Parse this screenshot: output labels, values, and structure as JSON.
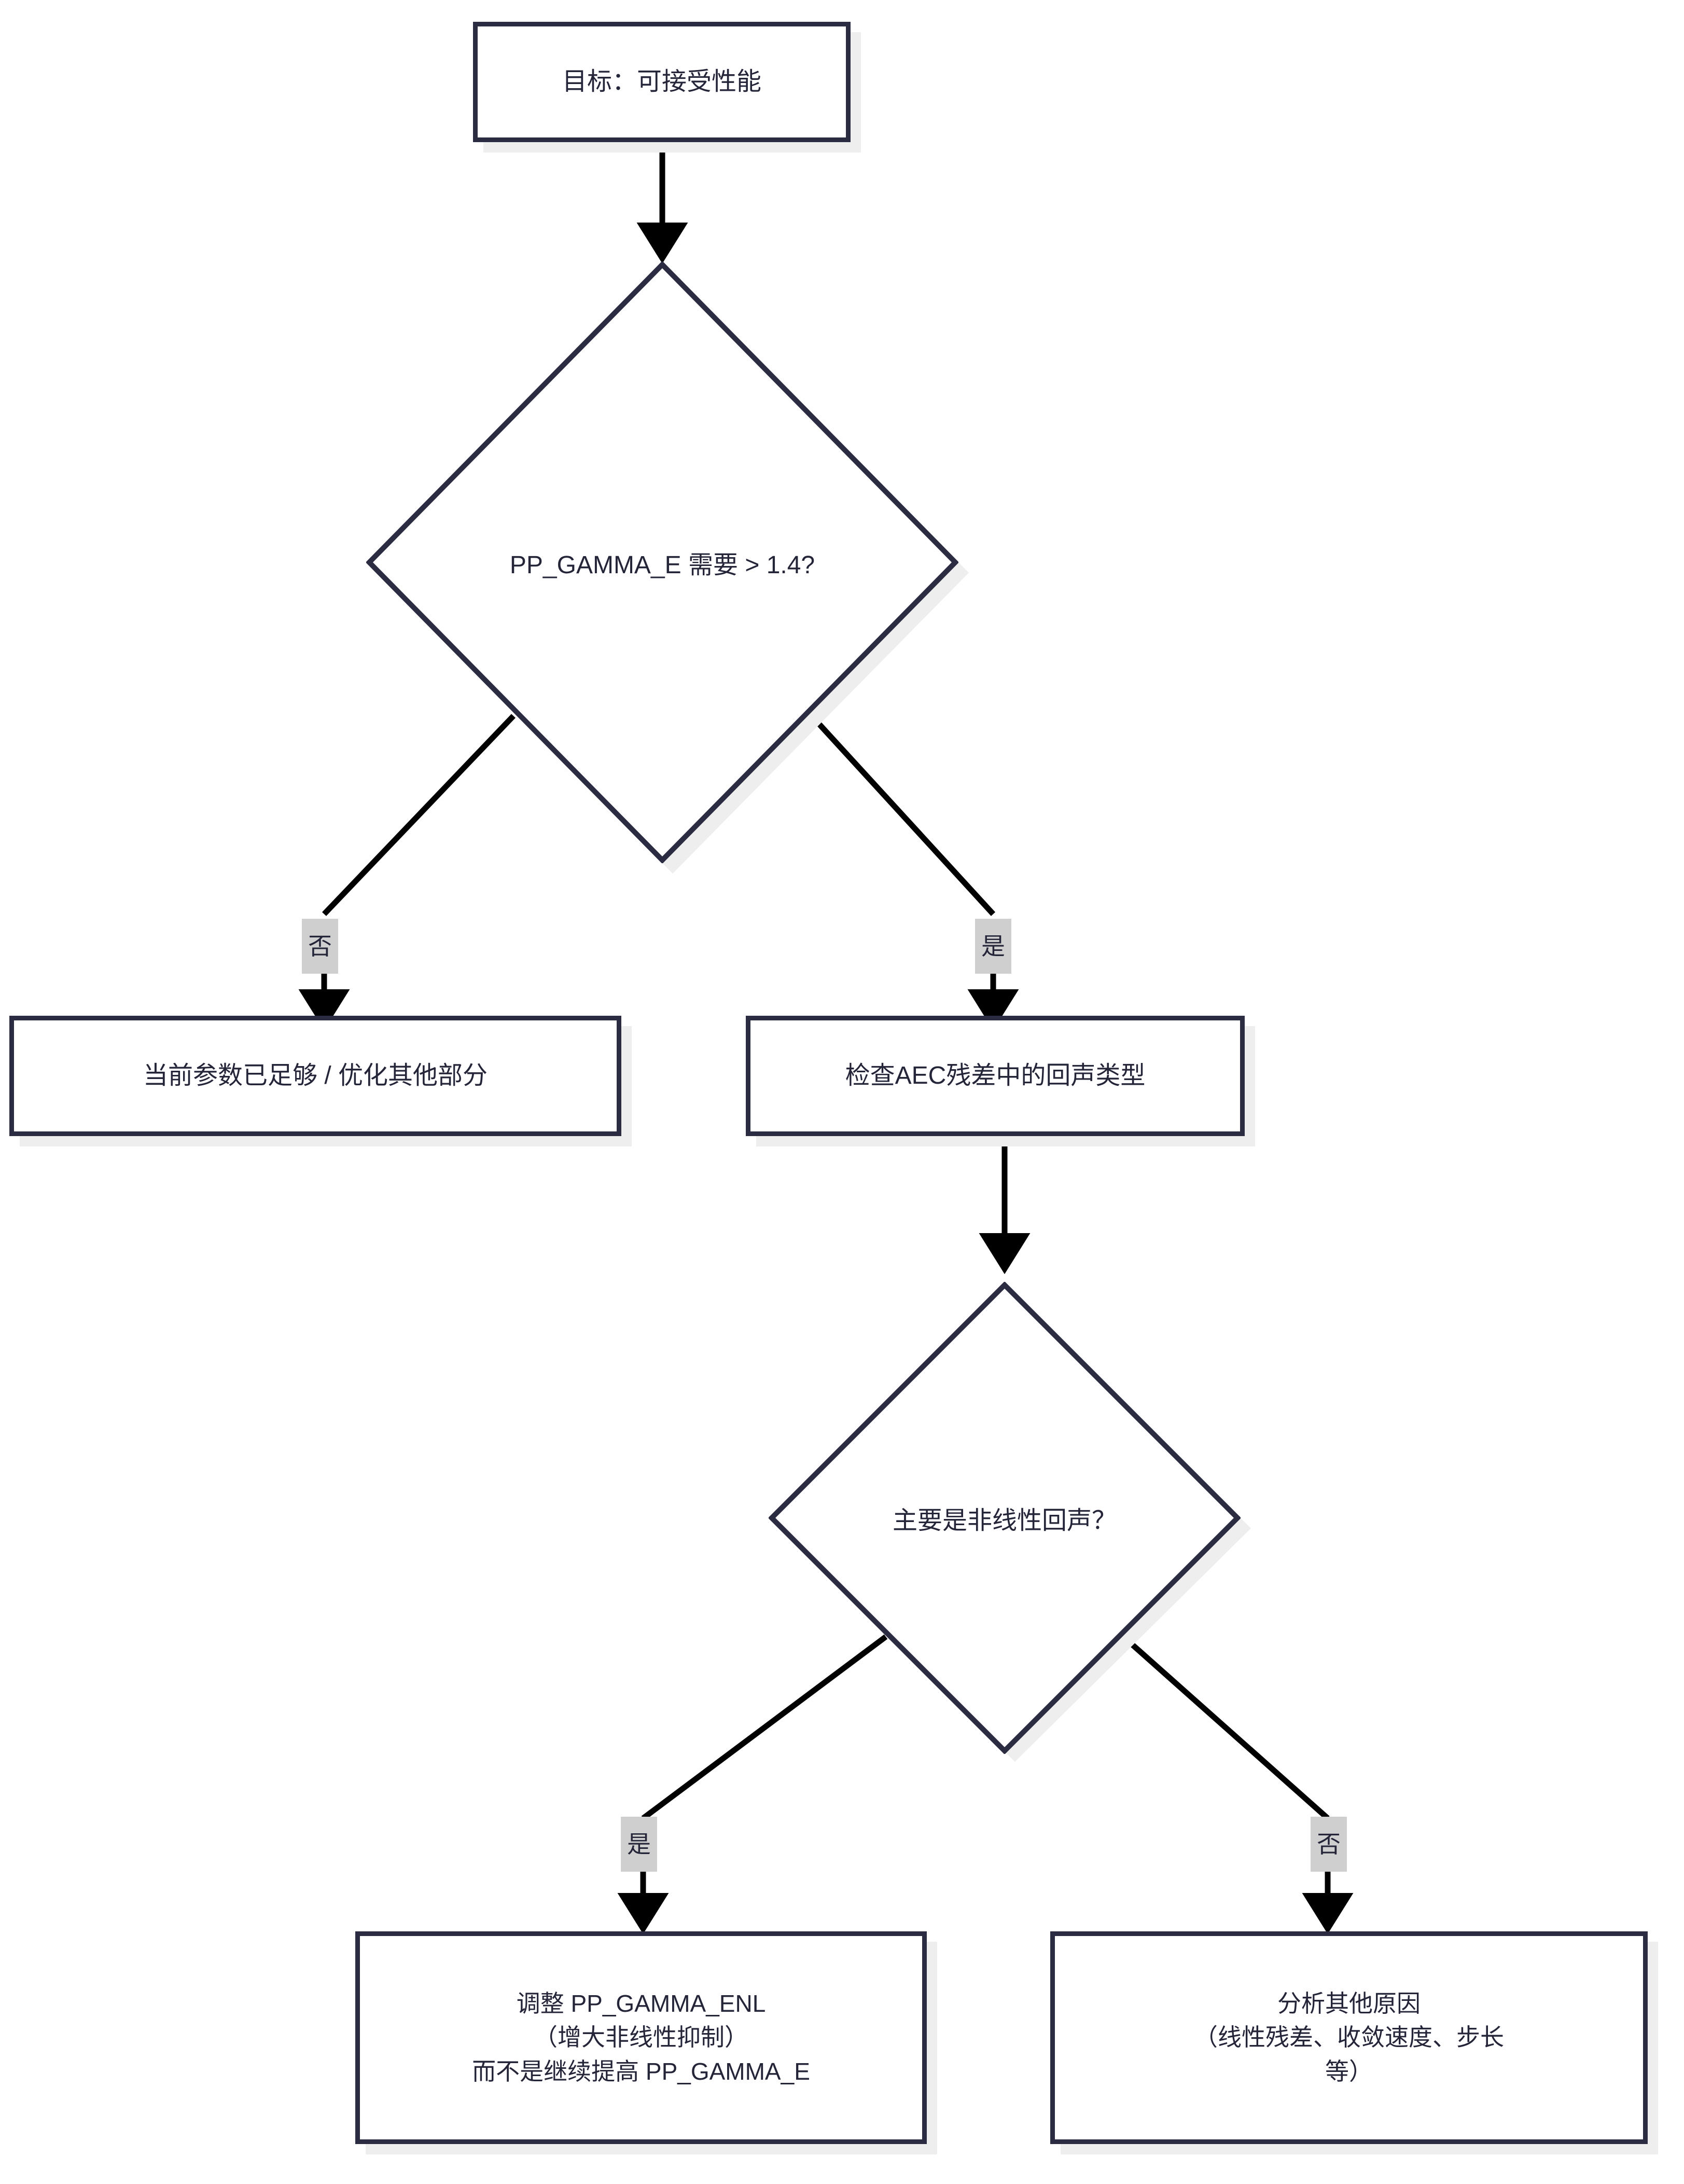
{
  "diagram": {
    "type": "flowchart",
    "direction": "top-down",
    "colors": {
      "node_border": "#2b2b41",
      "node_fill": "#ffffff",
      "edge_line": "#000000",
      "text": "#25253a",
      "shadow": "#eeeeee",
      "edge_label_bg": "#cfcfcf",
      "page_background": "#ffffff"
    },
    "nodes": {
      "goal": {
        "shape": "rectangle",
        "text": "目标：可接受性能"
      },
      "decision_gamma_e": {
        "shape": "diamond",
        "text": "PP_GAMMA_E 需要 > 1.4?"
      },
      "params_ok": {
        "shape": "rectangle",
        "text": "当前参数已足够 / 优化其他部分"
      },
      "check_aec": {
        "shape": "rectangle",
        "text": "检查AEC残差中的回声类型"
      },
      "decision_nonlinear": {
        "shape": "diamond",
        "text": "主要是非线性回声？"
      },
      "tune_enl": {
        "shape": "rectangle",
        "lines": [
          "调整 PP_GAMMA_ENL",
          "（增大非线性抑制）",
          "而不是继续提高 PP_GAMMA_E"
        ]
      },
      "other_causes": {
        "shape": "rectangle",
        "lines": [
          "分析其他原因",
          "（线性残差、收敛速度、步长",
          "等）"
        ]
      }
    },
    "edges": [
      {
        "from": "goal",
        "to": "decision_gamma_e",
        "label": ""
      },
      {
        "from": "decision_gamma_e",
        "to": "params_ok",
        "label": "否"
      },
      {
        "from": "decision_gamma_e",
        "to": "check_aec",
        "label": "是"
      },
      {
        "from": "check_aec",
        "to": "decision_nonlinear",
        "label": ""
      },
      {
        "from": "decision_nonlinear",
        "to": "tune_enl",
        "label": "是"
      },
      {
        "from": "decision_nonlinear",
        "to": "other_causes",
        "label": "否"
      }
    ],
    "edge_labels": {
      "gamma_no": "否",
      "gamma_yes": "是",
      "nonlinear_yes": "是",
      "nonlinear_no": "否"
    }
  }
}
